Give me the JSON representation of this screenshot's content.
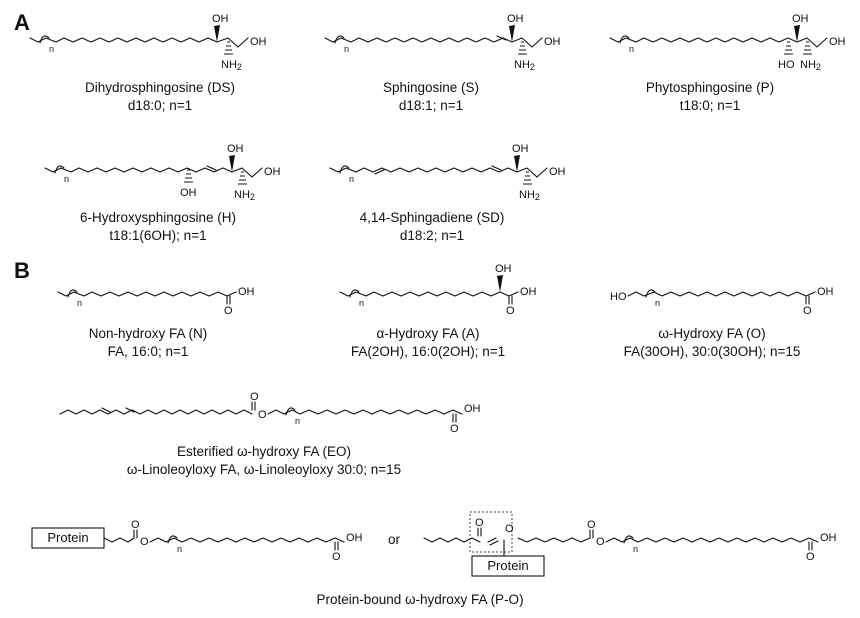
{
  "panel_a": {
    "label": "A",
    "ds": {
      "name": "Dihydrosphingosine (DS)",
      "notation": "d18:0; n=1",
      "oh": "OH",
      "oh2": "OH",
      "nh2": "NH",
      "nh2_sub": "2",
      "n": "n"
    },
    "s": {
      "name": "Sphingosine (S)",
      "notation": "d18:1; n=1",
      "oh": "OH",
      "oh2": "OH",
      "nh2": "NH",
      "nh2_sub": "2",
      "n": "n"
    },
    "p": {
      "name": "Phytosphingosine (P)",
      "notation": "t18:0; n=1",
      "oh": "OH",
      "oh2": "OH",
      "ho": "HO",
      "nh2": "NH",
      "nh2_sub": "2",
      "n": "n"
    },
    "h": {
      "name": "6-Hydroxysphingosine (H)",
      "notation": "t18:1(6OH); n=1",
      "oh": "OH",
      "oh2": "OH",
      "oh3": "OH",
      "nh2": "NH",
      "nh2_sub": "2",
      "n": "n"
    },
    "sd": {
      "name": "4,14-Sphingadiene (SD)",
      "notation": "d18:2; n=1",
      "oh": "OH",
      "oh2": "OH",
      "nh2": "NH",
      "nh2_sub": "2",
      "n": "n"
    }
  },
  "panel_b": {
    "label": "B",
    "n_fa": {
      "name": "Non-hydroxy FA (N)",
      "notation": "FA, 16:0; n=1",
      "oh": "OH",
      "o": "O",
      "n": "n"
    },
    "a_fa": {
      "name": "α-Hydroxy FA (A)",
      "notation": "FA(2OH), 16:0(2OH); n=1",
      "oh": "OH",
      "oh2": "OH",
      "o": "O",
      "n": "n"
    },
    "o_fa": {
      "name": "ω-Hydroxy FA (O)",
      "notation": "FA(30OH), 30:0(30OH); n=15",
      "ho": "HO",
      "oh": "OH",
      "o": "O",
      "n": "n"
    },
    "eo_fa": {
      "name": "Esterified ω-hydroxy FA (EO)",
      "notation": "ω-Linoleoyloxy FA, ω-Linoleoyloxy 30:0; n=15",
      "o1": "O",
      "o2": "O",
      "oh": "OH",
      "o3": "O",
      "n": "n"
    },
    "po_fa": {
      "name": "Protein-bound ω-hydroxy FA (P-O)",
      "or": "or",
      "protein": "Protein",
      "left": {
        "o1": "O",
        "o2": "O",
        "oh": "OH",
        "o3": "O",
        "n": "n"
      },
      "right": {
        "o_ketone": "O",
        "o_ether": "O",
        "o1": "O",
        "o2": "O",
        "oh": "OH",
        "o3": "O",
        "n": "n"
      }
    }
  }
}
